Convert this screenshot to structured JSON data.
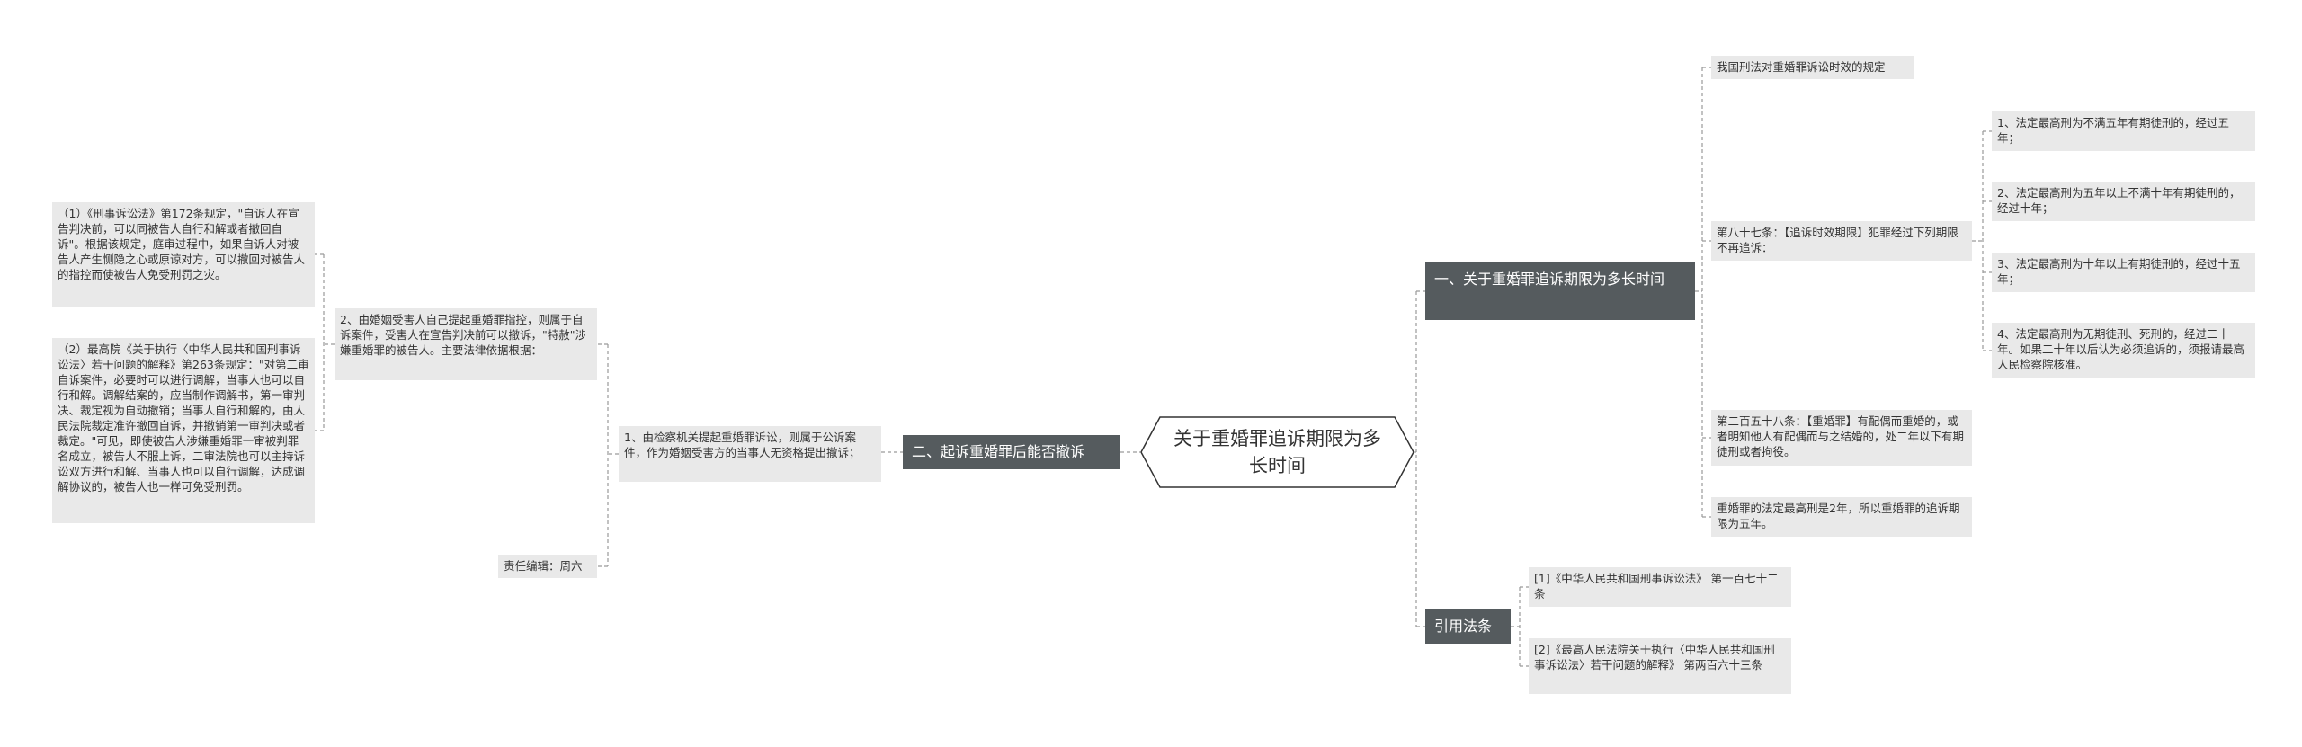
{
  "center": {
    "title": "关于重婚罪追诉期限为多长时间"
  },
  "right": {
    "branch1": {
      "label": "一、关于重婚罪追诉期限为多长时间",
      "items": [
        "我国刑法对重婚罪诉讼时效的规定",
        "第八十七条：【追诉时效期限】犯罪经过下列期限不再追诉：",
        "第二百五十八条：【重婚罪】有配偶而重婚的，或者明知他人有配偶而与之结婚的，处二年以下有期徒刑或者拘役。",
        "重婚罪的法定最高刑是2年，所以重婚罪的追诉期限为五年。"
      ],
      "sub_items": [
        "1、法定最高刑为不满五年有期徒刑的，经过五年；",
        "2、法定最高刑为五年以上不满十年有期徒刑的，经过十年；",
        "3、法定最高刑为十年以上有期徒刑的，经过十五年；",
        "4、法定最高刑为无期徒刑、死刑的，经过二十年。如果二十年以后认为必须追诉的，须报请最高人民检察院核准。"
      ]
    },
    "branch2": {
      "label": "引用法条",
      "items": [
        "[1]《中华人民共和国刑事诉讼法》 第一百七十二条",
        "[2]《最高人民法院关于执行〈中华人民共和国刑事诉讼法〉若干问题的解释》 第两百六十三条"
      ]
    }
  },
  "left": {
    "branch": {
      "label": "二、起诉重婚罪后能否撤诉",
      "items": [
        "1、由检察机关提起重婚罪诉讼，则属于公诉案件，作为婚姻受害方的当事人无资格提出撤诉；",
        "2、由婚姻受害人自己提起重婚罪指控，则属于自诉案件，受害人在宣告判决前可以撤诉，\"特赦\"涉嫌重婚罪的被告人。主要法律依据根据：",
        "责任编辑：周六"
      ],
      "sub_items": [
        "（1）《刑事诉讼法》第172条规定，\"自诉人在宣告判决前，可以同被告人自行和解或者撤回自诉\"。根据该规定，庭审过程中，如果自诉人对被告人产生恻隐之心或原谅对方，可以撤回对被告人的指控而使被告人免受刑罚之灾。",
        "（2）最高院《关于执行〈中华人民共和国刑事诉讼法〉若干问题的解释》第263条规定：\"对第二审自诉案件，必要时可以进行调解，当事人也可以自行和解。调解结案的，应当制作调解书，第一审判决、裁定视为自动撤销；当事人自行和解的，由人民法院裁定准许撤回自诉，并撤销第一审判决或者裁定。\"可见，即使被告人涉嫌重婚罪一审被判罪名成立，被告人不服上诉，二审法院也可以主持诉讼双方进行和解、当事人也可以自行调解，达成调解协议的，被告人也一样可免受刑罚。"
      ]
    }
  },
  "colors": {
    "branch_bg": "#555b5e",
    "leaf_bg": "#e9e9e9",
    "line": "#9a9a9a"
  }
}
